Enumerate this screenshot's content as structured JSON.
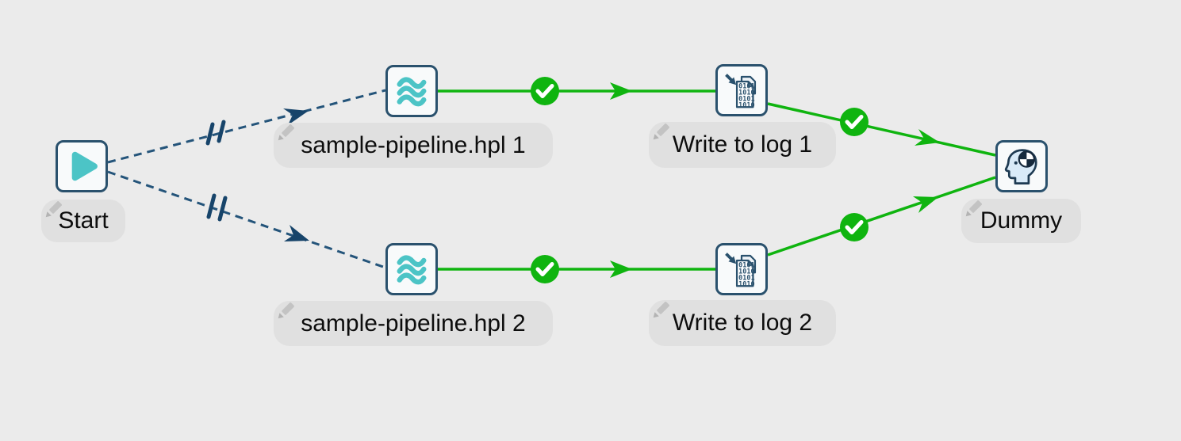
{
  "canvas": {
    "background_color": "#ebebeb",
    "type": "workflow-graph"
  },
  "nodes": [
    {
      "id": "start",
      "label": "Start",
      "icon": "play-icon"
    },
    {
      "id": "pipeline-1",
      "label": "sample-pipeline.hpl 1",
      "icon": "waves-pipeline-icon"
    },
    {
      "id": "write-1",
      "label": "Write to log 1",
      "icon": "binary-document-icon"
    },
    {
      "id": "pipeline-2",
      "label": "sample-pipeline.hpl 2",
      "icon": "waves-pipeline-icon"
    },
    {
      "id": "write-2",
      "label": "Write to log 2",
      "icon": "binary-document-icon"
    },
    {
      "id": "dummy",
      "label": "Dummy",
      "icon": "head-target-icon"
    }
  ],
  "connections": [
    {
      "from": "Start",
      "to": "sample-pipeline.hpl 1",
      "line_style": "dashed",
      "marker": "parallel-execution",
      "status": ""
    },
    {
      "from": "Start",
      "to": "sample-pipeline.hpl 2",
      "line_style": "dashed",
      "marker": "parallel-execution",
      "status": ""
    },
    {
      "from": "sample-pipeline.hpl 1",
      "to": "Write to log 1",
      "line_style": "solid",
      "marker": "",
      "status": "success-check"
    },
    {
      "from": "Write to log 1",
      "to": "Dummy",
      "line_style": "solid",
      "marker": "",
      "status": "success-check"
    },
    {
      "from": "sample-pipeline.hpl 2",
      "to": "Write to log 2",
      "line_style": "solid",
      "marker": "",
      "status": "success-check"
    },
    {
      "from": "Write to log 2",
      "to": "Dummy",
      "line_style": "solid",
      "marker": "",
      "status": "success-check"
    }
  ],
  "icons": {
    "binary_rows": [
      "0101",
      "1010",
      "0101",
      "1010"
    ]
  },
  "colors": {
    "node_border": "#2a516d",
    "node_fill": "#f8fafb",
    "teal_accent": "#4cc4c6",
    "hop_dashed_navy": "#24547a",
    "hop_marker_navy": "#17446a",
    "success_green": "#0fb40f",
    "label_pill_gray": "#e0e0e0",
    "label_text": "#0d0d0d",
    "pencil_gray": "#bcbcbc",
    "head_fill_blue": "#d9eaf8"
  }
}
